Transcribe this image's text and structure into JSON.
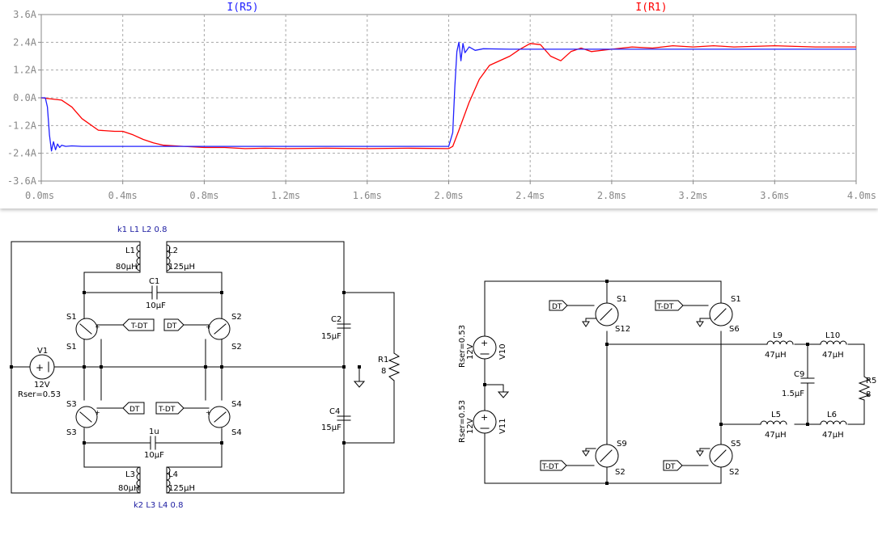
{
  "chart_data": {
    "type": "line",
    "x_ticks": [
      "0.0ms",
      "0.4ms",
      "0.8ms",
      "1.2ms",
      "1.6ms",
      "2.0ms",
      "2.4ms",
      "2.8ms",
      "3.2ms",
      "3.6ms",
      "4.0ms"
    ],
    "y_ticks": [
      "3.6A",
      "2.4A",
      "1.2A",
      "0.0A",
      "-1.2A",
      "-2.4A",
      "-3.6A"
    ],
    "x_range_ms": [
      0,
      4.0
    ],
    "y_range_A": [
      -3.6,
      3.6
    ],
    "grid": true,
    "series": [
      {
        "name": "I(R5)",
        "color": "#2020ff",
        "x": [
          0,
          0.02,
          0.03,
          0.04,
          0.05,
          0.06,
          0.07,
          0.08,
          0.09,
          0.1,
          0.12,
          0.15,
          0.2,
          2.0,
          2.02,
          2.03,
          2.04,
          2.05,
          2.06,
          2.07,
          2.08,
          2.1,
          2.13,
          2.17,
          2.3,
          4.0
        ],
        "y": [
          0,
          0,
          -0.4,
          -1.6,
          -2.3,
          -1.9,
          -2.25,
          -2.0,
          -2.15,
          -2.05,
          -2.1,
          -2.08,
          -2.1,
          -2.1,
          -1.5,
          0.5,
          2.0,
          2.4,
          1.6,
          2.35,
          1.95,
          2.2,
          2.05,
          2.12,
          2.1,
          2.1
        ]
      },
      {
        "name": "I(R1)",
        "color": "#ff0000",
        "x": [
          0,
          0.1,
          0.15,
          0.2,
          0.28,
          0.36,
          0.4,
          0.45,
          0.5,
          0.55,
          0.6,
          0.7,
          0.8,
          0.9,
          1.0,
          1.1,
          1.2,
          1.4,
          1.6,
          1.8,
          2.0,
          2.02,
          2.05,
          2.1,
          2.15,
          2.2,
          2.3,
          2.35,
          2.4,
          2.45,
          2.5,
          2.55,
          2.6,
          2.65,
          2.7,
          2.8,
          2.9,
          3.0,
          3.1,
          3.2,
          3.3,
          3.4,
          3.6,
          3.8,
          4.0
        ],
        "y": [
          0,
          -0.1,
          -0.4,
          -0.9,
          -1.4,
          -1.45,
          -1.45,
          -1.6,
          -1.8,
          -1.95,
          -2.05,
          -2.1,
          -2.15,
          -2.15,
          -2.2,
          -2.18,
          -2.2,
          -2.18,
          -2.2,
          -2.18,
          -2.2,
          -2.1,
          -1.4,
          -0.2,
          0.8,
          1.4,
          1.8,
          2.1,
          2.35,
          2.3,
          1.8,
          1.6,
          2.0,
          2.15,
          2.0,
          2.1,
          2.2,
          2.15,
          2.25,
          2.2,
          2.25,
          2.2,
          2.25,
          2.2,
          2.2
        ]
      }
    ]
  },
  "schematic": {
    "left": {
      "coupling_top": "k1 L1 L2 0.8",
      "coupling_bottom": "k2 L3 L4 0.8",
      "L1": "L1",
      "L1_val": "80µH",
      "L2": "L2",
      "L2_val": "125µH",
      "C1": "C1",
      "C1_val": "10µF",
      "S1": "S1",
      "S1b": "S1",
      "S2": "S2",
      "S2b": "S2",
      "S3": "S3",
      "S3b": "S3",
      "S4": "S4",
      "S4b": "S4",
      "tag_tdt_top": "T-DT",
      "tag_dt_top": "DT",
      "tag_dt_bot": "DT",
      "tag_tdt_bot": "T-DT",
      "C2": "C2",
      "C2_val": "15µF",
      "C4": "C4",
      "C4_val": "15µF",
      "R1": "R1",
      "R1_val": "8",
      "V1": "V1",
      "V1_val": "12V",
      "V1_rser": "Rser=0.53",
      "C_bot": "1u",
      "C_bot_val": "10µF",
      "L3": "L3",
      "L3_val": "80µH",
      "L4": "L4",
      "L4_val": "125µH"
    },
    "right": {
      "tag_dt1": "DT",
      "S_a": "S1",
      "S12": "S12",
      "tag_tdt1": "T-DT",
      "S_b": "S1",
      "S6": "S6",
      "tag_tdt2": "T-DT",
      "S9": "S9",
      "S2a": "S2",
      "tag_dt2": "DT",
      "S5": "S5",
      "S2b": "S2",
      "V10": "V10",
      "V10_val": "12V",
      "V10_rser": "Rser=0.53",
      "V11": "V11",
      "V11_val": "12V",
      "V11_rser": "Rser=0.53",
      "L9": "L9",
      "L9_val": "47µH",
      "L10": "L10",
      "L10_val": "47µH",
      "L5": "L5",
      "L5_val": "47µH",
      "L6": "L6",
      "L6_val": "47µH",
      "C9": "C9",
      "C9_val": "1.5µF",
      "R5": "R5",
      "R5_val": "8"
    }
  }
}
